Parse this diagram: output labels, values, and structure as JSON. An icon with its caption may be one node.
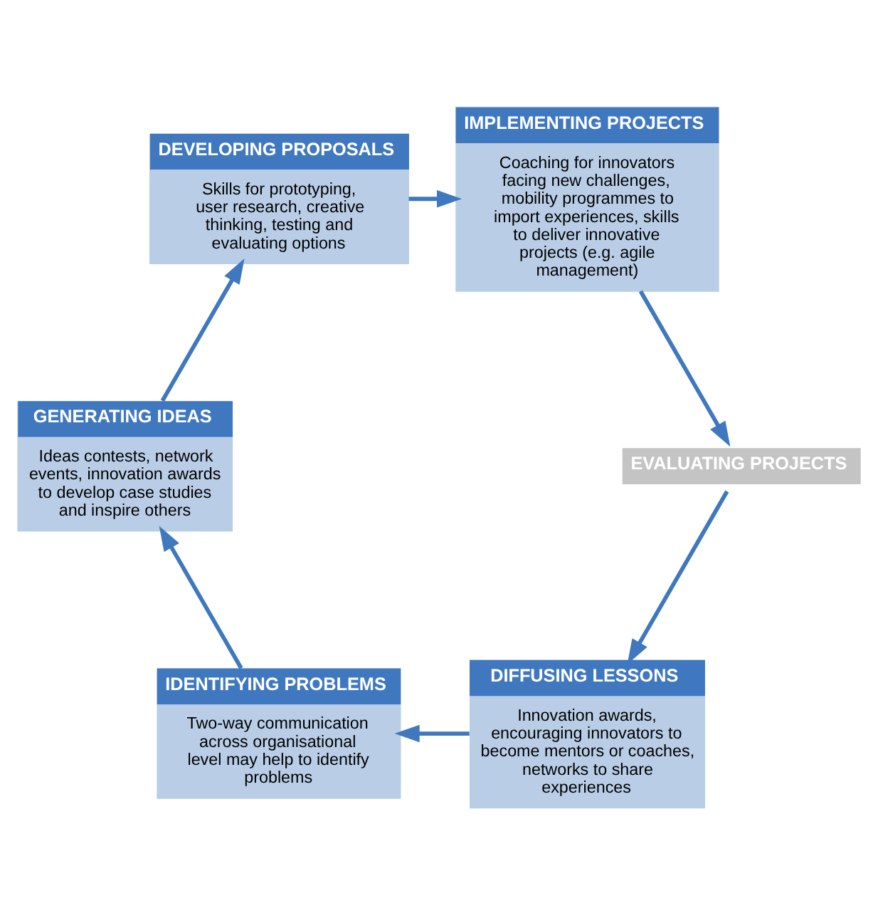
{
  "diagram": {
    "nodes": [
      {
        "text": [
          "DIFFUSING LESSONS",
          "Innovation awards, encouraging innovators to become mentors or coaches, networks to share experiences"
        ]
      },
      {
        "text": [
          "IDENTIFYING PROBLEMS",
          "Two-way communication across organisational level may help to identify problems"
        ]
      },
      {
        "text": [
          "GENERATING IDEAS",
          "Ideas contests, network events, innovation awards to develop case studies and inspire others"
        ]
      },
      {
        "text": [
          "DEVELOPING PROPOSALS",
          "Skills for prototyping, user research, creative thinking, testing and evaluating options"
        ]
      },
      {
        "text": [
          "IMPLEMENTING PROJECTS",
          "Coaching for innovators facing new challenges, mobility programmes to import experiences, skills to deliver innovative projects (e.g. agile management)"
        ]
      },
      {
        "text": [
          "EVALUATING PROJECTS"
        ]
      }
    ],
    "edges": [
      {
        "from": 0,
        "to": 1,
        "arrow": "to"
      },
      {
        "from": 1,
        "to": 2,
        "arrow": "to"
      },
      {
        "from": 2,
        "to": 3,
        "arrow": "to"
      },
      {
        "from": 3,
        "to": 4,
        "arrow": "to"
      },
      {
        "from": 4,
        "to": 5,
        "arrow": "to"
      },
      {
        "from": 5,
        "to": 0,
        "arrow": "to"
      }
    ]
  }
}
